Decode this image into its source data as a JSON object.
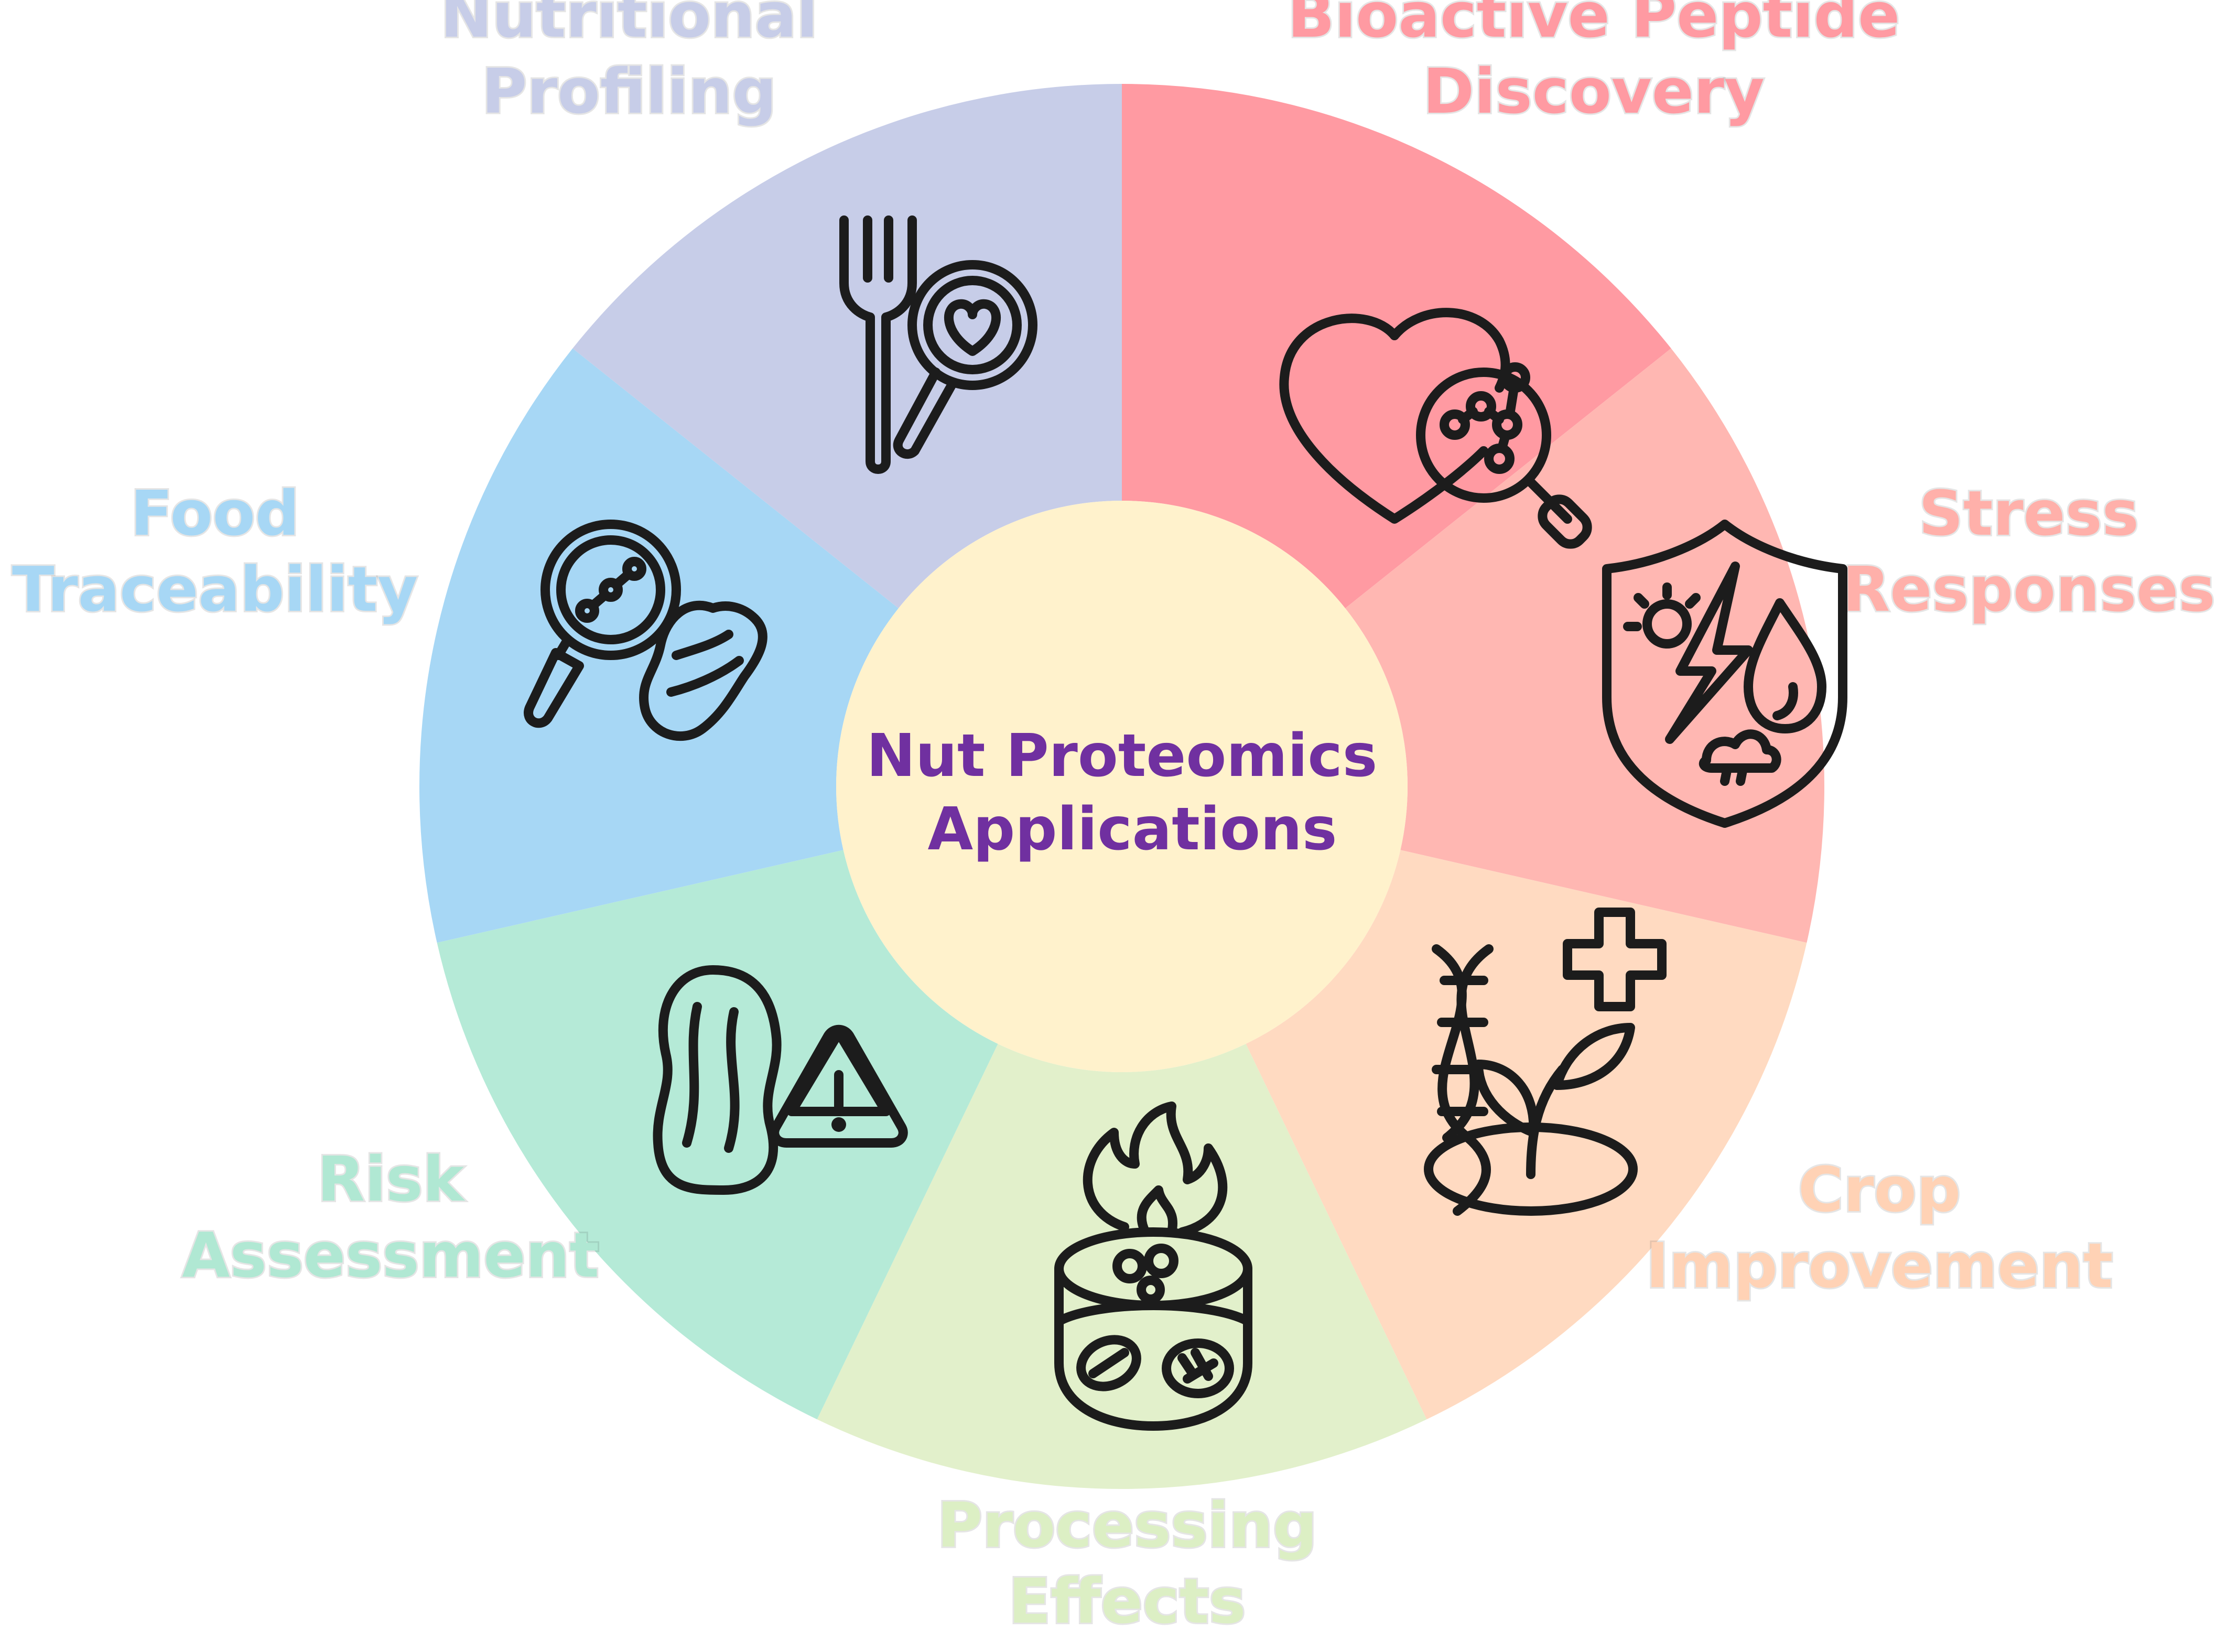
{
  "center": {
    "line1": "Nut Proteomics",
    "line2": "Applications",
    "fill": "#fff2cc",
    "text_color": "#7030a0"
  },
  "segments": [
    {
      "key": "bioactive",
      "label_lines": [
        "Bioactive Peptide",
        "Discovery"
      ],
      "color": "#ff9aa2",
      "label_color": "#ff9aa2",
      "icon": "heart-magnifier-molecule-icon"
    },
    {
      "key": "stress",
      "label_lines": [
        "Stress",
        "Responses"
      ],
      "color": "#ffb7b2",
      "label_color": "#ffb0aa",
      "icon": "shield-weather-icon"
    },
    {
      "key": "crop",
      "label_lines": [
        "Crop",
        "Improvement"
      ],
      "color": "#ffdac1",
      "label_color": "#ffd2b5",
      "icon": "dna-plant-plus-icon"
    },
    {
      "key": "processing",
      "label_lines": [
        "Processing",
        "Effects"
      ],
      "color": "#e2f0cb",
      "label_color": "#dcefc4",
      "icon": "flame-pot-nuts-icon"
    },
    {
      "key": "risk",
      "label_lines": [
        "Risk",
        "Assessment"
      ],
      "color": "#b5ead7",
      "label_color": "#b0e8d3",
      "icon": "peanut-warning-icon"
    },
    {
      "key": "trace",
      "label_lines": [
        "Food",
        "Traceability"
      ],
      "color": "#a7d7f5",
      "label_color": "#a7d7f5",
      "icon": "magnifier-peanut-icon"
    },
    {
      "key": "nutrition",
      "label_lines": [
        "Nutritional",
        "Profiling"
      ],
      "color": "#c7cde8",
      "label_color": "#c7cde8",
      "icon": "fork-magnifier-heart-icon"
    }
  ]
}
